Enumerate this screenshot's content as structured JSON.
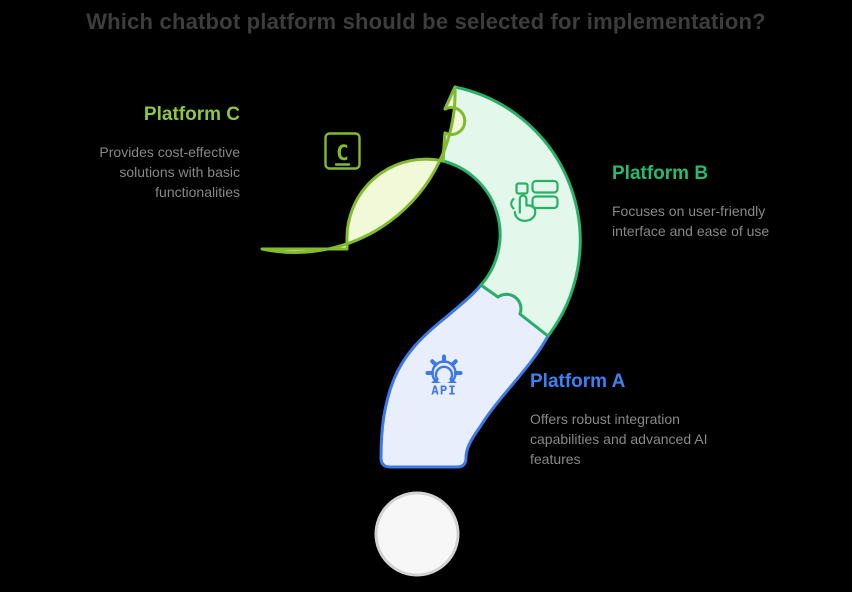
{
  "title": "Which chatbot platform should be selected for implementation?",
  "title_color": "#3d3d3d",
  "background_color": "#000000",
  "description_color": "#878787",
  "platforms": {
    "c": {
      "label": "Platform C",
      "description": "Provides cost-effective solutions with basic functionalities",
      "accent_color": "#8dc63f",
      "piece_fill": "#f1f9d8",
      "piece_stroke": "#82ba30",
      "badge_letter": "C"
    },
    "b": {
      "label": "Platform B",
      "description": "Focuses on user-friendly interface and ease of use",
      "accent_color": "#27ba70",
      "piece_fill": "#e3f8eb",
      "piece_stroke": "#29b068"
    },
    "a": {
      "label": "Platform A",
      "description": "Offers robust integration capabilities and advanced AI features",
      "accent_color": "#3b82f0",
      "piece_fill": "#e9eefc",
      "piece_stroke": "#3c78e8",
      "api_label": "API"
    }
  },
  "dot": {
    "fill": "#f7f7f7",
    "stroke": "#d2d2d2"
  }
}
